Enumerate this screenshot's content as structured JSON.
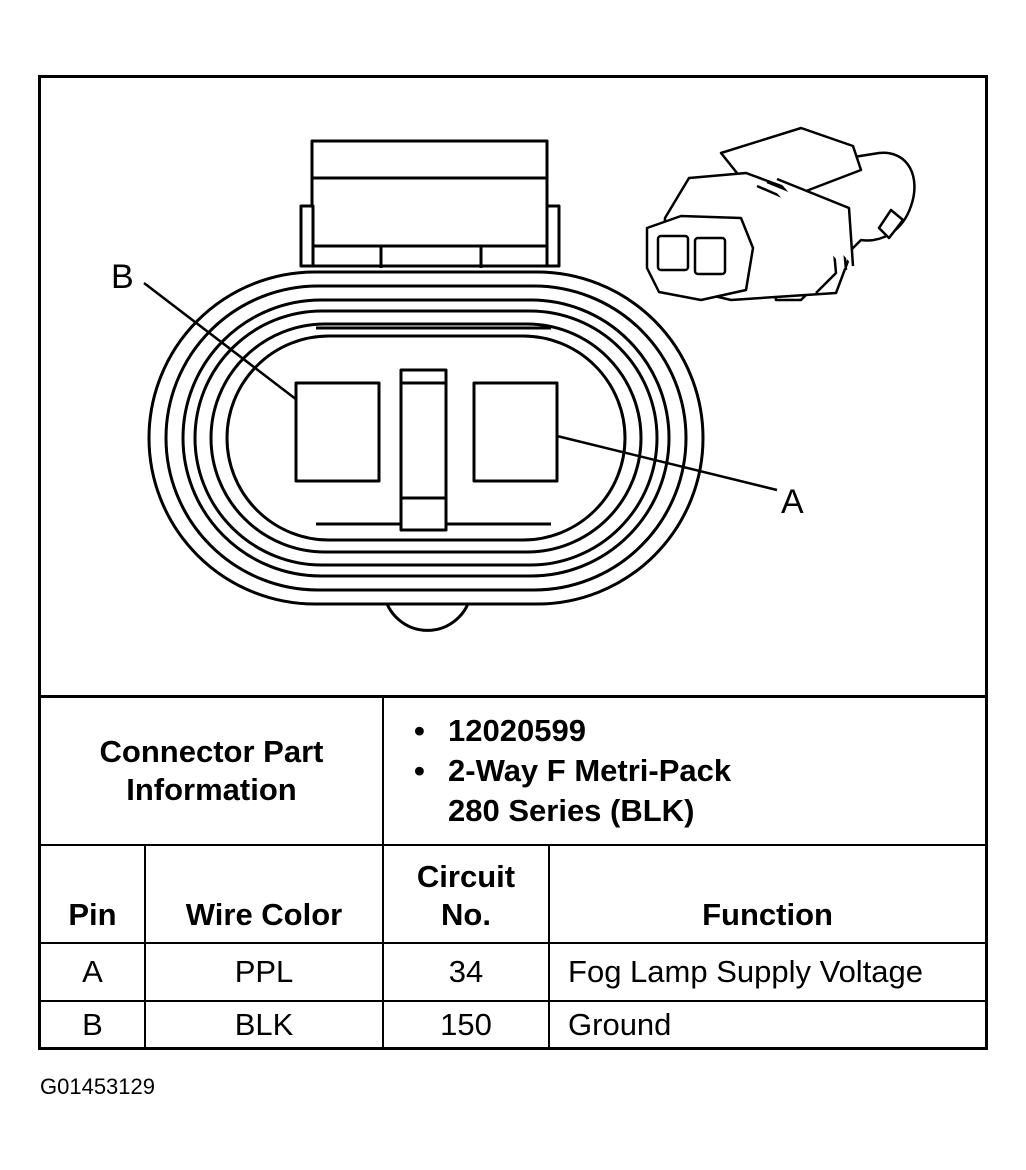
{
  "diagram": {
    "label_a": "A",
    "label_b": "B"
  },
  "connector_info": {
    "label_line1": "Connector Part",
    "label_line2": "Information",
    "part_number": "12020599",
    "description_line1": "2-Way F Metri-Pack",
    "description_line2": "280 Series (BLK)"
  },
  "pin_table": {
    "headers": {
      "pin": "Pin",
      "wire_color": "Wire Color",
      "circuit_line1": "Circuit",
      "circuit_line2": "No.",
      "function": "Function"
    },
    "rows": [
      {
        "pin": "A",
        "wire_color": "PPL",
        "circuit": "34",
        "function": "Fog Lamp Supply Voltage"
      },
      {
        "pin": "B",
        "wire_color": "BLK",
        "circuit": "150",
        "function": "Ground"
      }
    ]
  },
  "figure_id": "G01453129"
}
